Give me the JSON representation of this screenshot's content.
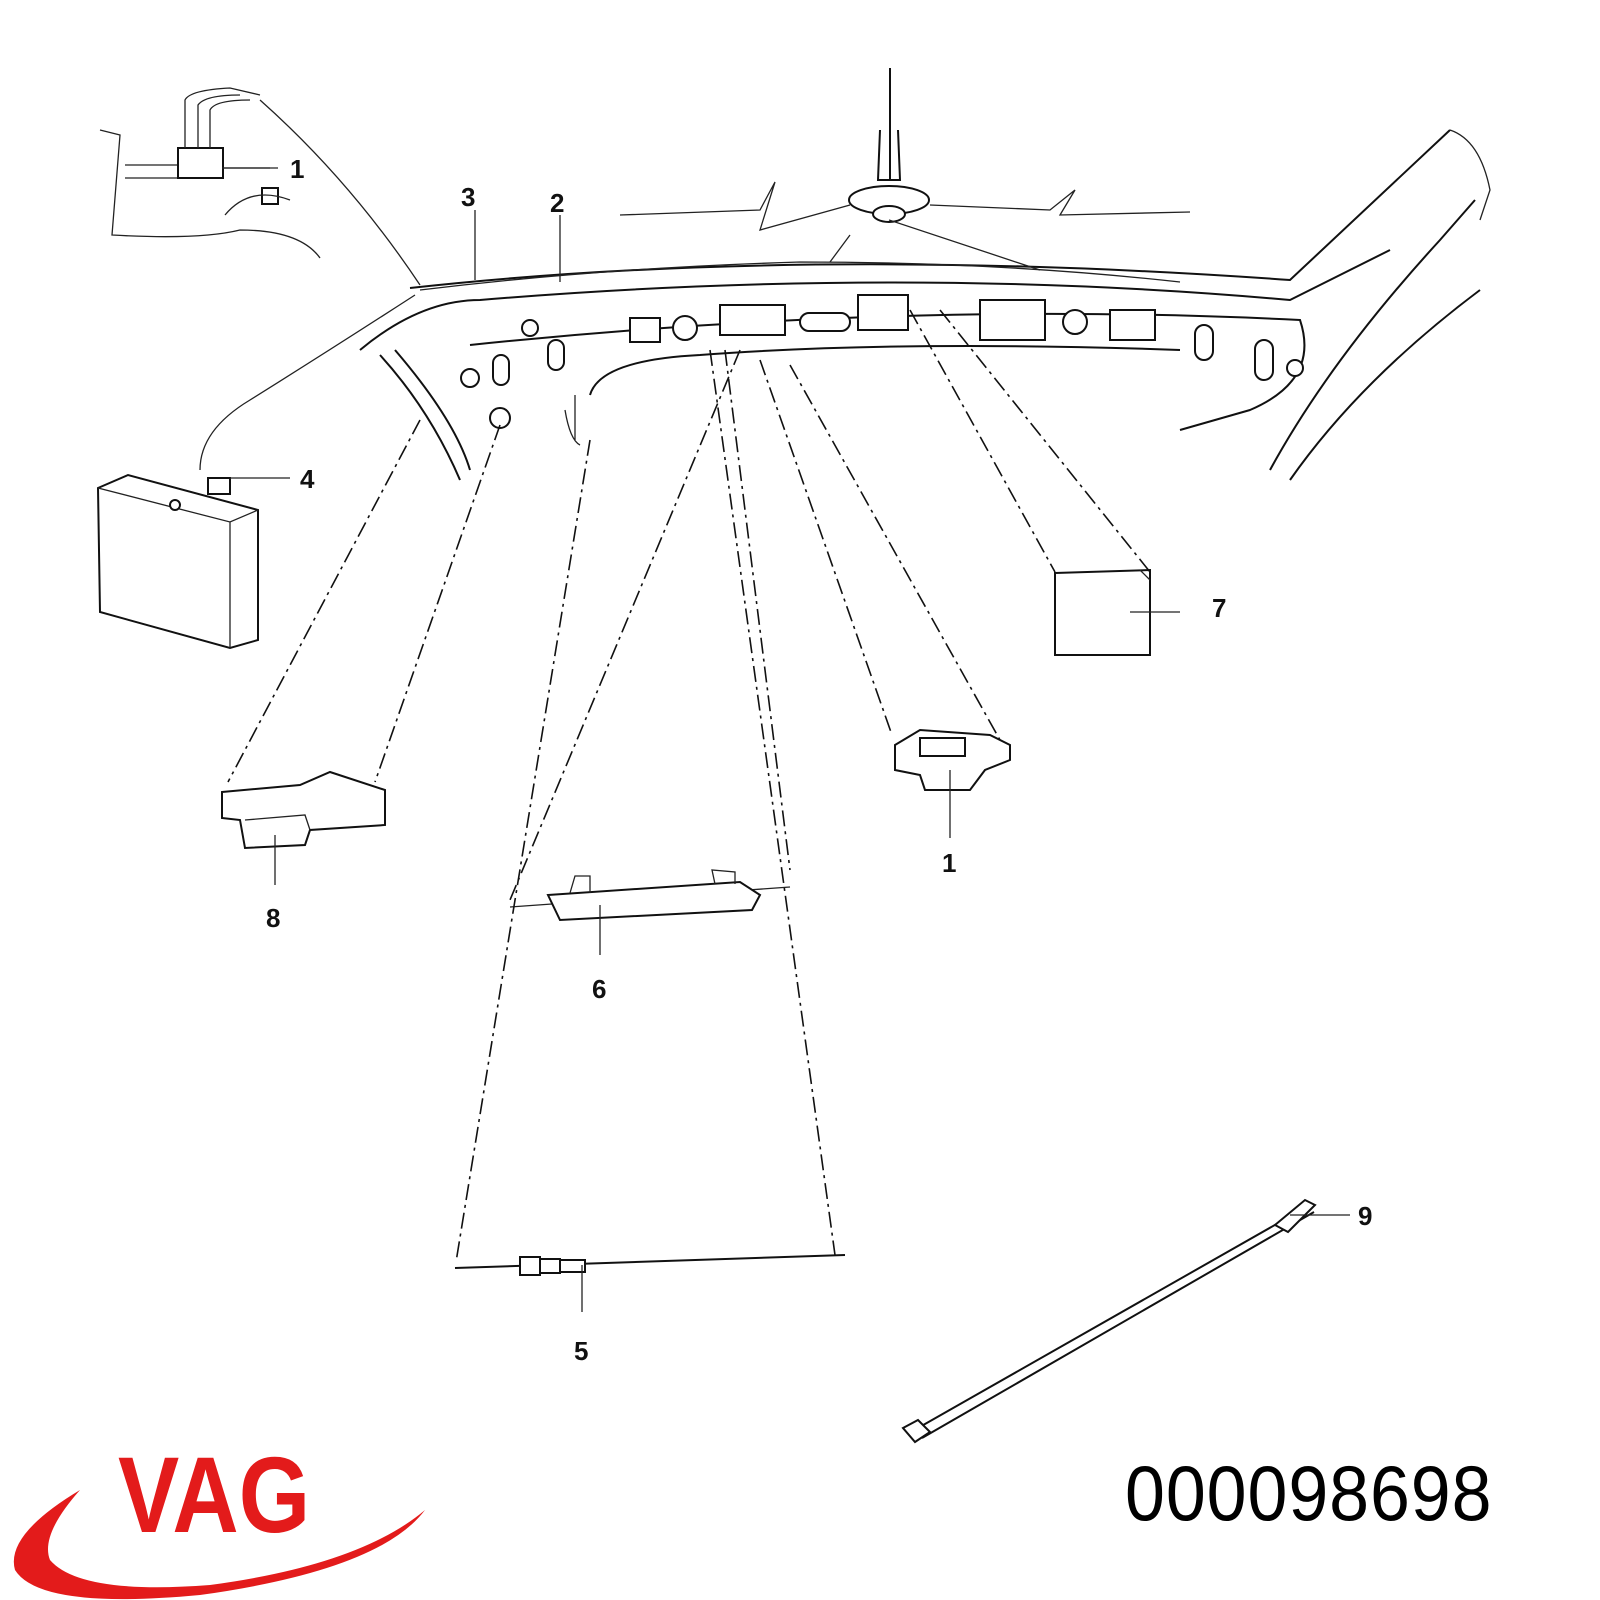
{
  "diagram": {
    "callouts": {
      "inset_1": "1",
      "c2": "2",
      "c3": "3",
      "c4": "4",
      "c5": "5",
      "c6": "6",
      "c7": "7",
      "c1": "1",
      "c8": "8",
      "c9": "9"
    }
  },
  "brand": {
    "logo_text": "VAG",
    "logo_color": "#e31b1b"
  },
  "part_number": "000098698"
}
